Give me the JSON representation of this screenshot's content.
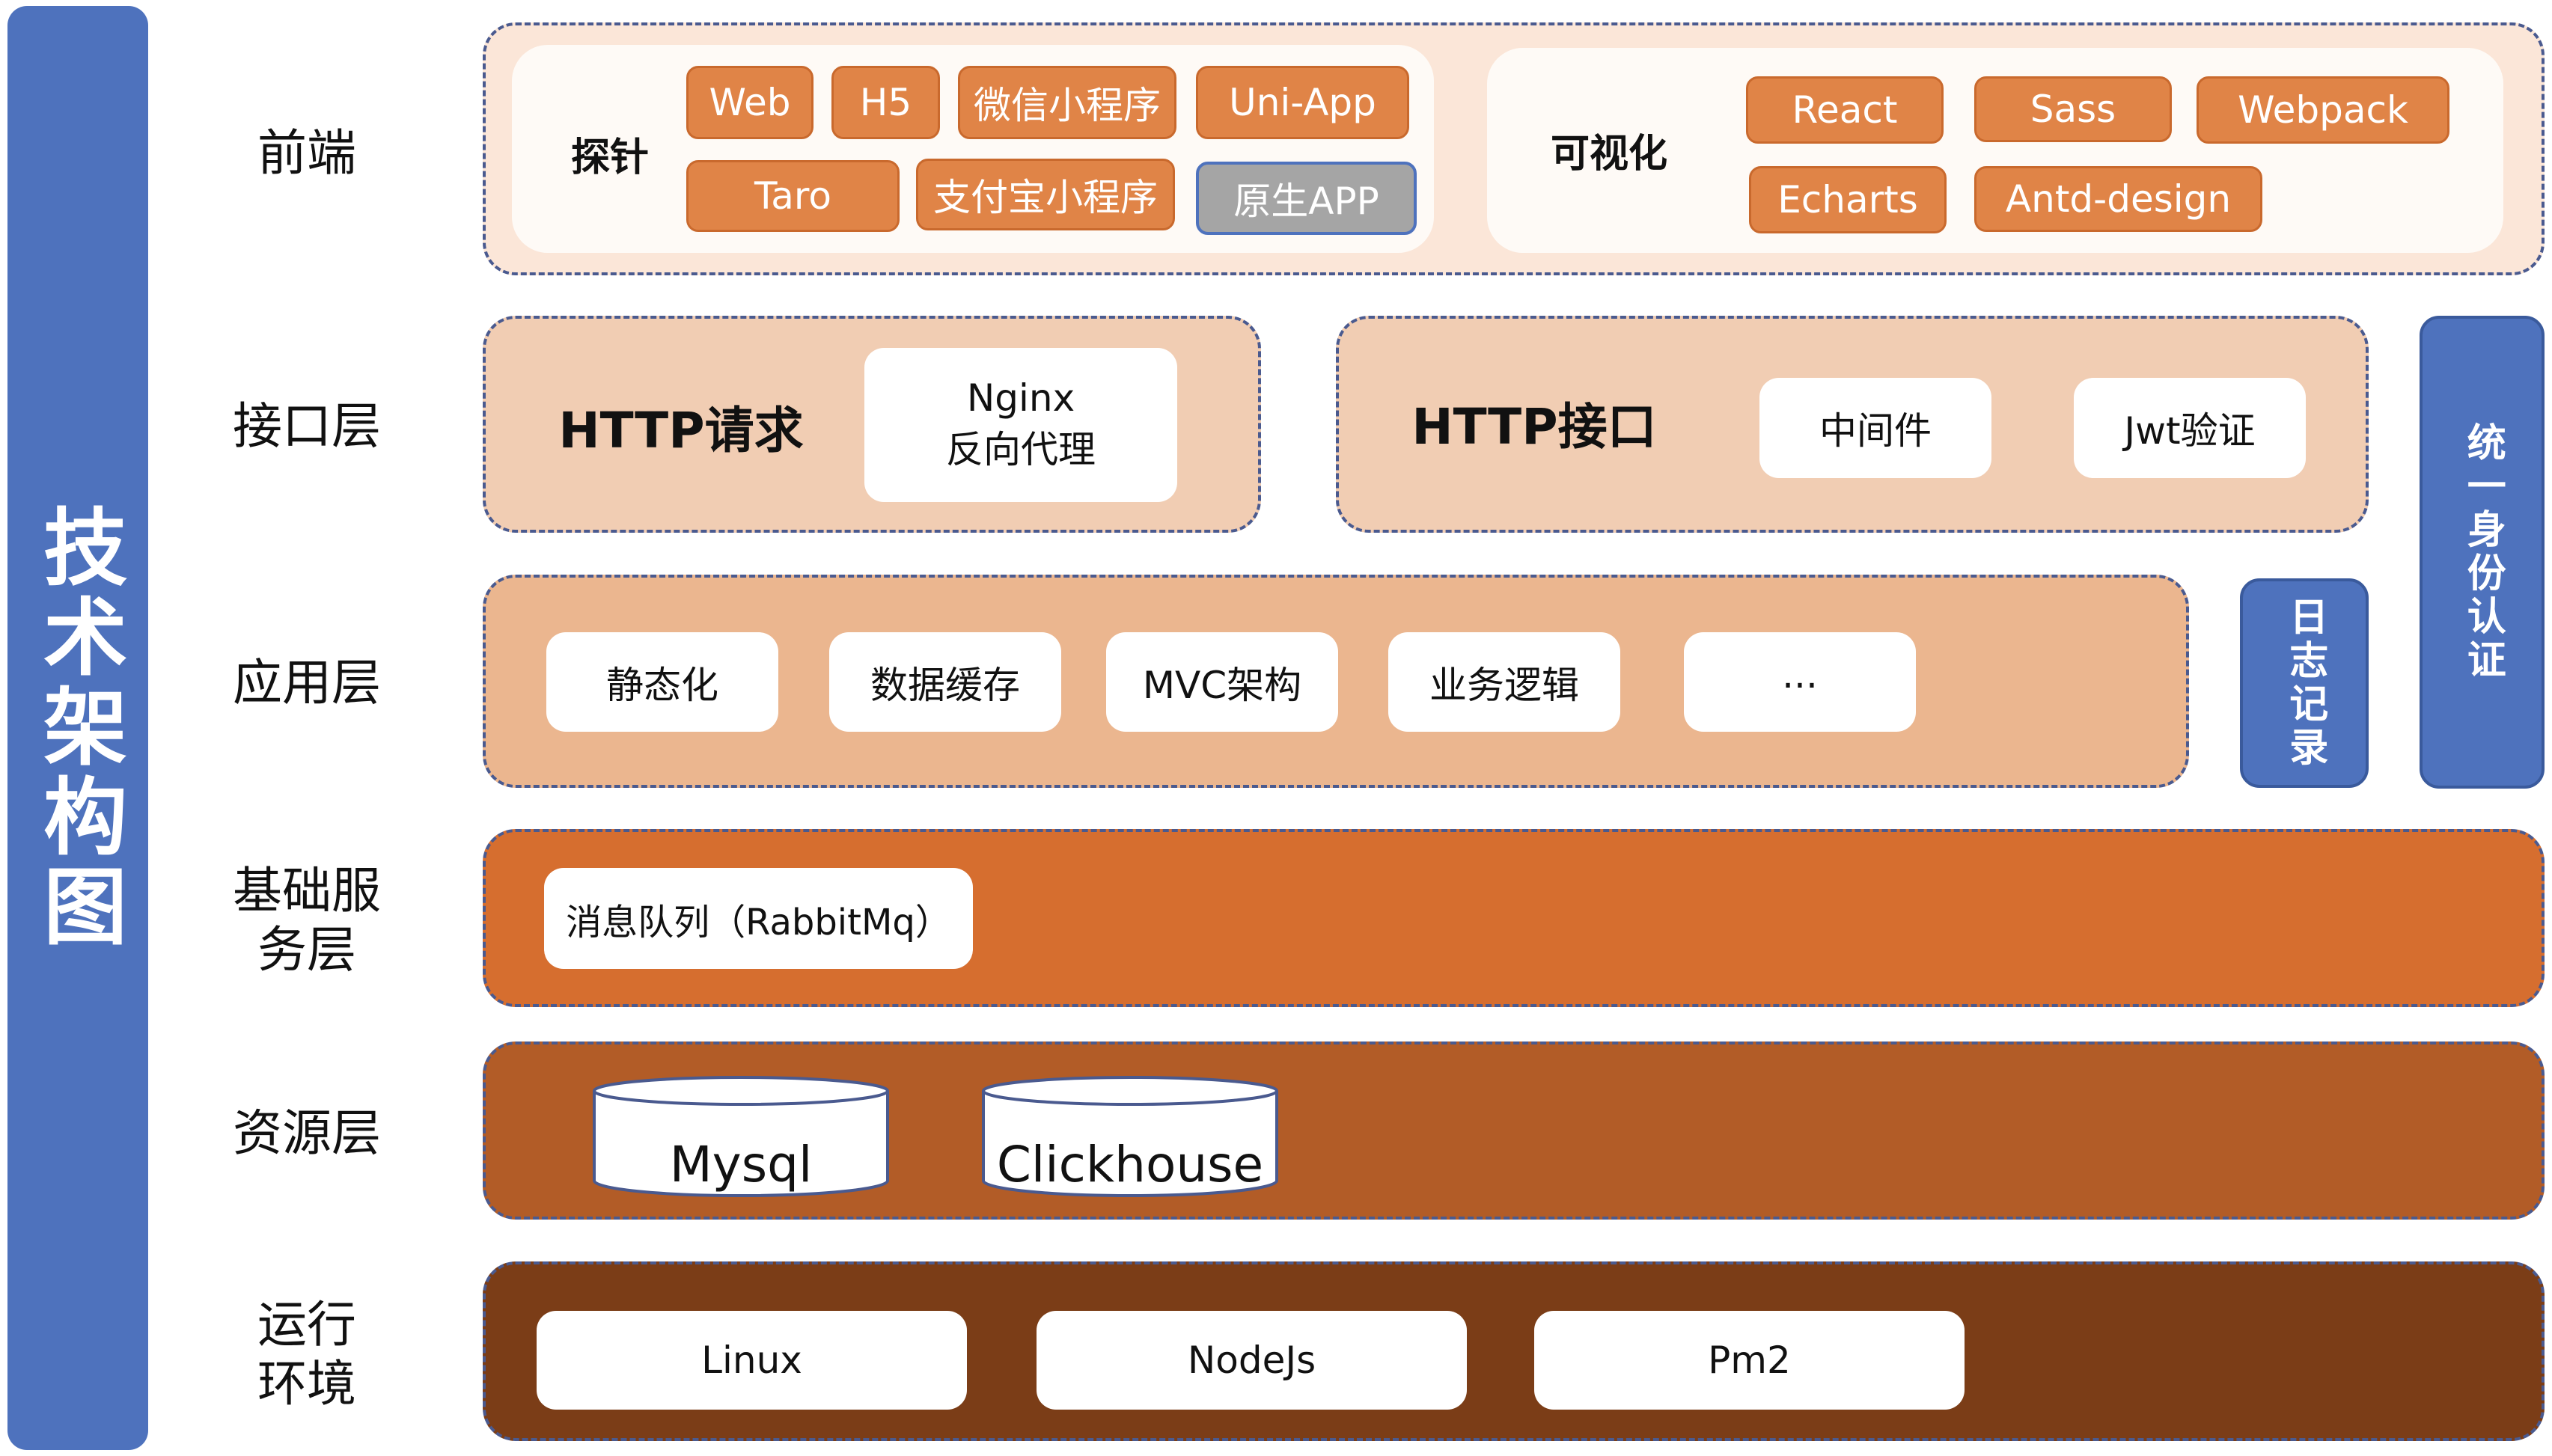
{
  "diagram": {
    "title": "技术架构图",
    "layers": {
      "frontend": "前端",
      "interface": "接口层",
      "application": "应用层",
      "base_service": "基础服务层",
      "resource": "资源层",
      "runtime": "运行环境"
    },
    "frontend": {
      "probe": {
        "title": "探针",
        "items": [
          "Web",
          "H5",
          "微信小程序",
          "Uni-App",
          "Taro",
          "支付宝小程序",
          "原生APP"
        ]
      },
      "visualization": {
        "title": "可视化",
        "items": [
          "React",
          "Sass",
          "Webpack",
          "Echarts",
          "Antd-design"
        ]
      }
    },
    "interface": {
      "http_request": {
        "title": "HTTP请求",
        "nginx_line1": "Nginx",
        "nginx_line2": "反向代理"
      },
      "http_api": {
        "title": "HTTP接口",
        "items": [
          "中间件",
          "Jwt验证"
        ]
      }
    },
    "application": {
      "items": [
        "静态化",
        "数据缓存",
        "MVC架构",
        "业务逻辑",
        "..."
      ]
    },
    "base_service": {
      "items": [
        "消息队列（RabbitMq）"
      ]
    },
    "resource": {
      "items": [
        "Mysql",
        "Clickhouse"
      ]
    },
    "runtime": {
      "items": [
        "Linux",
        "NodeJs",
        "Pm2"
      ]
    },
    "side": {
      "log": "日志记录",
      "auth": "统一身份认证"
    },
    "colors": {
      "blue": "#4e72bd",
      "chip_orange": "#e08447",
      "frontend_bg": "#fbe6d8",
      "interface_bg": "#f1cdb3",
      "application_bg": "#ebb68f",
      "base_bg": "#d66e2f",
      "resource_bg": "#b25c27",
      "runtime_bg": "#7b3d17",
      "gray_chip": "#a5a5a5"
    }
  }
}
